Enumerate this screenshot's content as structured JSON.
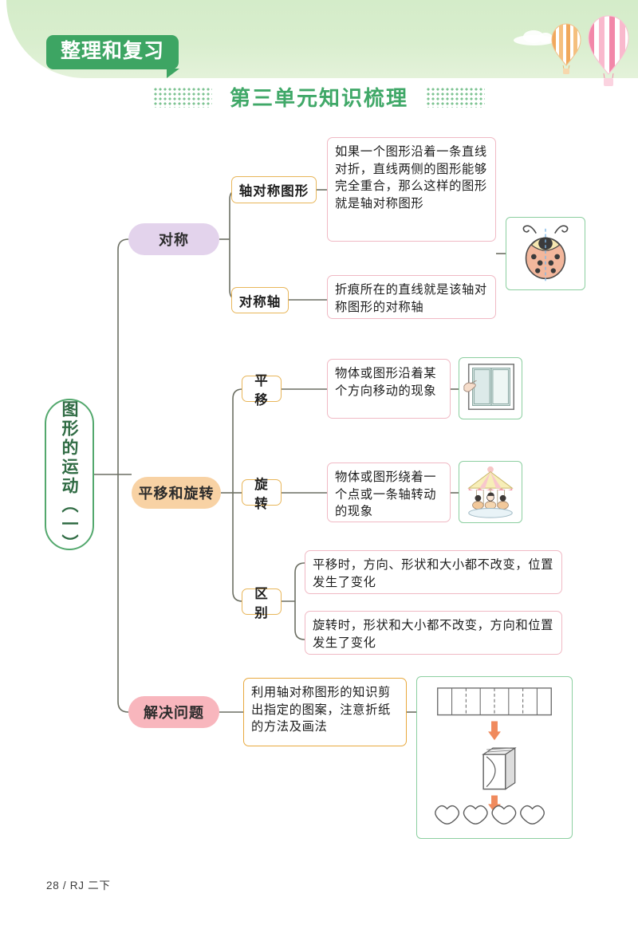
{
  "page": {
    "tag_label": "整理和复习",
    "section_title": "第三单元知识梳理",
    "footer": "28 / RJ 二下",
    "colors": {
      "band_green": "#d9eece",
      "tag_green": "#3da563",
      "title_green": "#40a868",
      "root_border": "#53a86d",
      "purple_pill": "#e3d3ec",
      "orange_pill": "#f8d2a4",
      "pink_pill": "#f8b6bd",
      "card_pink_border": "#f0b9c4",
      "card_orange_border": "#e8a93e",
      "pic_border": "#8ccfa0",
      "wire": "#6c6f63",
      "arrow_orange": "#f08a5d"
    }
  },
  "mindmap": {
    "root": "图形的运动（一）",
    "branches": [
      {
        "label": "对称",
        "children": [
          {
            "label": "轴对称图形",
            "text": "如果一个图形沿着一条直线对折，直线两侧的图形能够完全重合，那么这样的图形就是轴对称图形",
            "illustration": "ladybug-symmetry-illustration"
          },
          {
            "label": "对称轴",
            "text": "折痕所在的直线就是该轴对称图形的对称轴",
            "illustration": null
          }
        ]
      },
      {
        "label": "平移和旋转",
        "children": [
          {
            "label": "平移",
            "text": "物体或图形沿着某个方向移动的现象",
            "illustration": "sliding-window-illustration"
          },
          {
            "label": "旋转",
            "text": "物体或图形绕着一个点或一条轴转动的现象",
            "illustration": "carousel-illustration"
          },
          {
            "label": "区别",
            "text": "平移时，方向、形状和大小都不改变，位置发生了变化",
            "text2": "旋转时，形状和大小都不改变，方向和位置发生了变化",
            "illustration": null
          }
        ]
      },
      {
        "label": "解决问题",
        "children": [
          {
            "label": null,
            "text": "利用轴对称图形的知识剪出指定的图案，注意折纸的方法及画法",
            "illustration": "paper-fold-hearts-illustration"
          }
        ]
      }
    ]
  },
  "decor": {
    "balloon_small": "hot-air-balloon-orange",
    "balloon_large": "hot-air-balloon-pink",
    "cloud": "cloud-shape"
  }
}
